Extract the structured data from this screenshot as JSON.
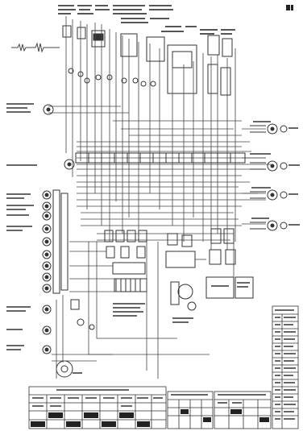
{
  "diagram": {
    "kind": "wiring-schematic",
    "line_color": "#3a3a3a",
    "background": "#ffffff",
    "left_components": 14,
    "right_components": 4,
    "legend_rows": 16,
    "footer_tables": 3
  }
}
